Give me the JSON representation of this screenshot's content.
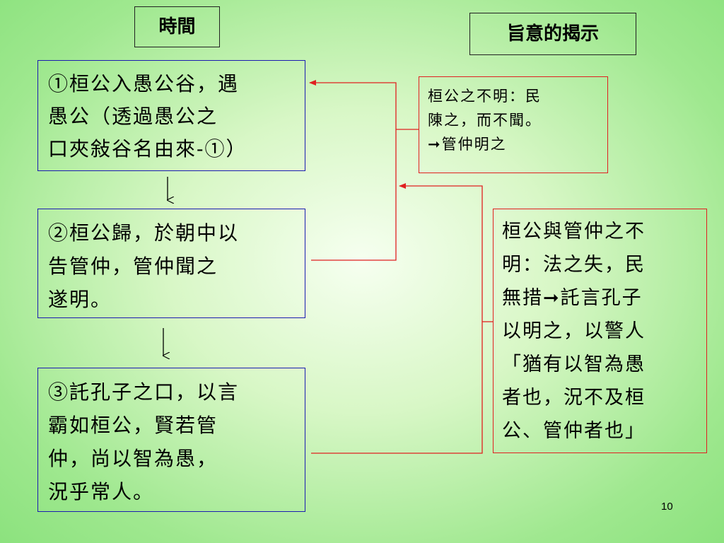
{
  "headings": {
    "time": "時間",
    "intent": "旨意的揭示"
  },
  "steps": [
    {
      "lines": [
        "①桓公入愚公谷，遇",
        "愚公（透過愚公之",
        "口夾敍谷名由來-①）"
      ]
    },
    {
      "lines": [
        "②桓公歸，於朝中以",
        "告管仲，管仲聞之",
        "遂明。"
      ]
    },
    {
      "lines": [
        "③託孔子之口，以言",
        "霸如桓公，賢若管",
        "仲，尚以智為愚，",
        "況乎常人。"
      ]
    }
  ],
  "insights": [
    {
      "lines": [
        "桓公之不明：民",
        "陳之，而不聞。",
        "➞管仲明之"
      ]
    },
    {
      "lines": [
        "桓公與管仲之不",
        "明：法之失，民",
        "無措➞託言孔子",
        "以明之，以警人",
        "「猶有以智為愚",
        "者也，況不及桓",
        "公、管仲者也」"
      ]
    }
  ],
  "slide_number": "10",
  "colors": {
    "step_border": "#1b1bb0",
    "insight_border": "#e02020",
    "connector": "#e02020",
    "arrow": "#000000"
  }
}
